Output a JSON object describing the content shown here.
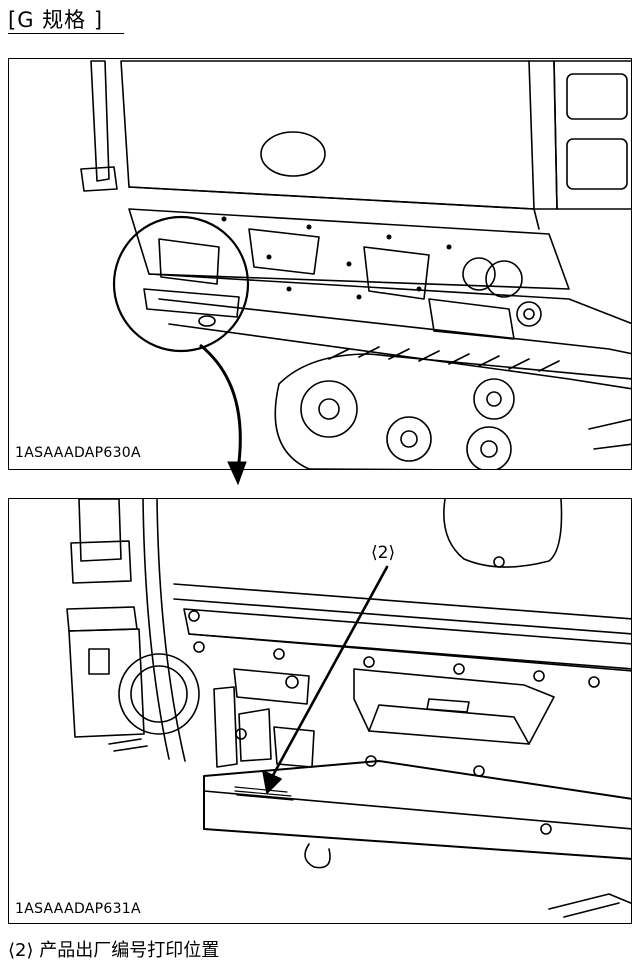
{
  "header": {
    "title": "[G 规格 ]"
  },
  "figure_top": {
    "code": "1ASAAADAP630A"
  },
  "figure_bottom": {
    "code": "1ASAAADAP631A",
    "callout": "⟨2⟩"
  },
  "caption": {
    "text": "⟨2⟩ 产品出厂编号打印位置"
  }
}
